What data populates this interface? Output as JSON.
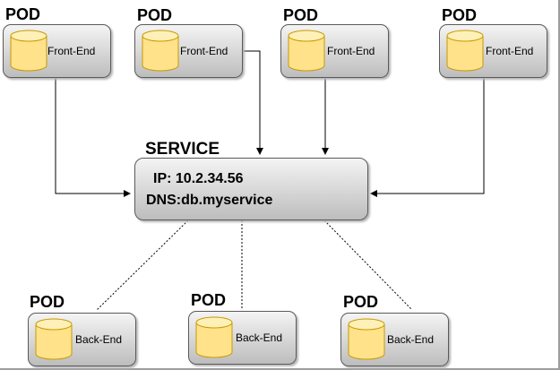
{
  "pod_title": "POD",
  "frontend_label": "Front-End",
  "backend_label": "Back-End",
  "service": {
    "title": "SERVICE",
    "ip": "IP: 10.2.34.56",
    "dns": "DNS:db.myservice"
  },
  "colors": {
    "cylinder_fill": "#ffe28a",
    "cylinder_stroke": "#c79a00",
    "box_top": "#f4f4f4",
    "box_bottom": "#bdbdbd",
    "line": "#000000"
  },
  "icons": {
    "pod": "database-cylinder-icon"
  }
}
